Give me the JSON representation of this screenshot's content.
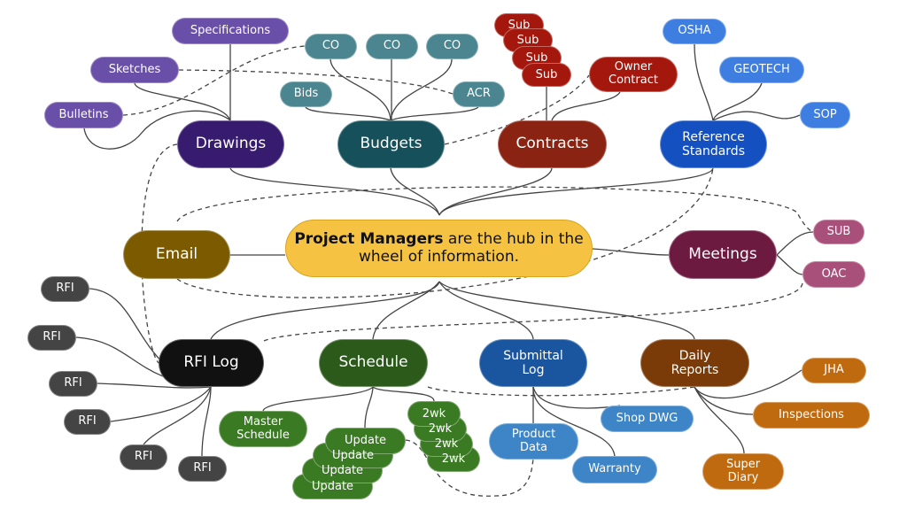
{
  "hub": {
    "bold": "Project Managers",
    "rest": " are the hub in the wheel of information."
  },
  "main": {
    "drawings": "Drawings",
    "budgets": "Budgets",
    "contracts": "Contracts",
    "reference": "Reference Standards",
    "email": "Email",
    "meetings": "Meetings",
    "rfi_log": "RFI Log",
    "schedule": "Schedule",
    "submittal": "Submittal Log",
    "daily": "Daily Reports"
  },
  "drawings_children": [
    "Specifications",
    "Sketches",
    "Bulletins"
  ],
  "budgets_children": [
    "CO",
    "CO",
    "CO",
    "Bids",
    "ACR"
  ],
  "contracts_children": [
    "Sub",
    "Sub",
    "Sub",
    "Sub",
    "Owner Contract"
  ],
  "reference_children": [
    "OSHA",
    "GEOTECH",
    "SOP"
  ],
  "meetings_children": [
    "SUB",
    "OAC"
  ],
  "rfi_children": [
    "RFI",
    "RFI",
    "RFI",
    "RFI",
    "RFI",
    "RFI"
  ],
  "schedule_children": [
    "Master Schedule",
    "Update",
    "Update",
    "Update",
    "Update",
    "2wk",
    "2wk",
    "2wk",
    "2wk"
  ],
  "submittal_children": [
    "Product Data",
    "Shop DWG",
    "Warranty"
  ],
  "daily_children": [
    "JHA",
    "Inspections",
    "Super Diary"
  ]
}
